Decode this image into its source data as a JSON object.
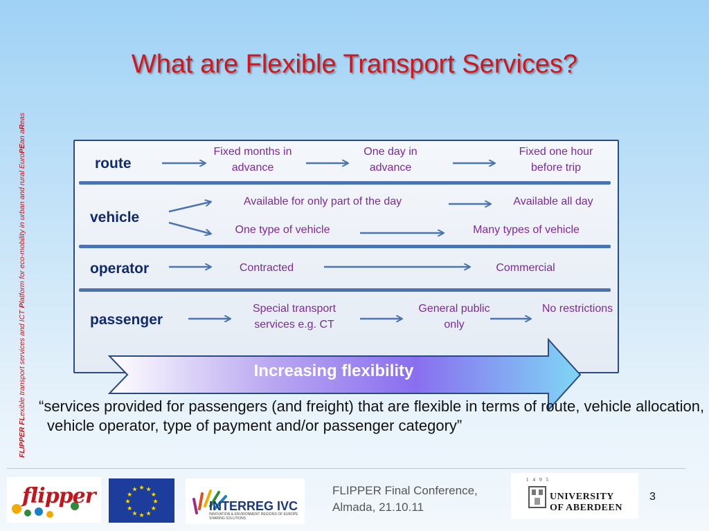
{
  "sidebar": {
    "part1": "FLIPPER FL",
    "part2": "exible transport services and ICT ",
    "part3": "P",
    "part4": "latform for eco-mobility in urban and rural Euro",
    "part5": "PE",
    "part6": "an a",
    "part7": "R",
    "part8": "eas"
  },
  "title": "What are Flexible Transport Services?",
  "rows": {
    "route": {
      "label": "route",
      "items": [
        "Fixed months in advance",
        "One day in advance",
        "Fixed one hour before trip"
      ]
    },
    "vehicle": {
      "label": "vehicle",
      "items": [
        "Available for only part of the day",
        "Available all day",
        "One type of vehicle",
        "Many types of vehicle"
      ]
    },
    "operator": {
      "label": "operator",
      "items": [
        "Contracted",
        "Commercial"
      ]
    },
    "passenger": {
      "label": "passenger",
      "items": [
        "Special transport services e.g. CT",
        "General public only",
        "No restrictions"
      ]
    }
  },
  "arrow_label": "Increasing flexibility",
  "quote": "“services provided for passengers (and freight) that are flexible in terms of route, vehicle allocation, vehicle operator, type of payment and/or passenger category”",
  "footer": {
    "flipper_logo": "flipper",
    "interreg_logo": "INTERREG IVC",
    "interreg_sub": "INNOVATION & ENVIRONMENT REGIONS OF EUROPE SHARING SOLUTIONS",
    "conference_line1": "FLIPPER Final Conference,",
    "conference_line2": "Almada, 21.10.11",
    "university_line1": "UNIVERSITY",
    "university_line2": "OF ABERDEEN",
    "university_years": "1495",
    "page_number": "3"
  },
  "colors": {
    "title": "#d4151c",
    "row_label": "#0f2a6e",
    "item_text": "#7a2a9a",
    "arrow": "#4a74b0",
    "separator": "#4a74b0"
  }
}
